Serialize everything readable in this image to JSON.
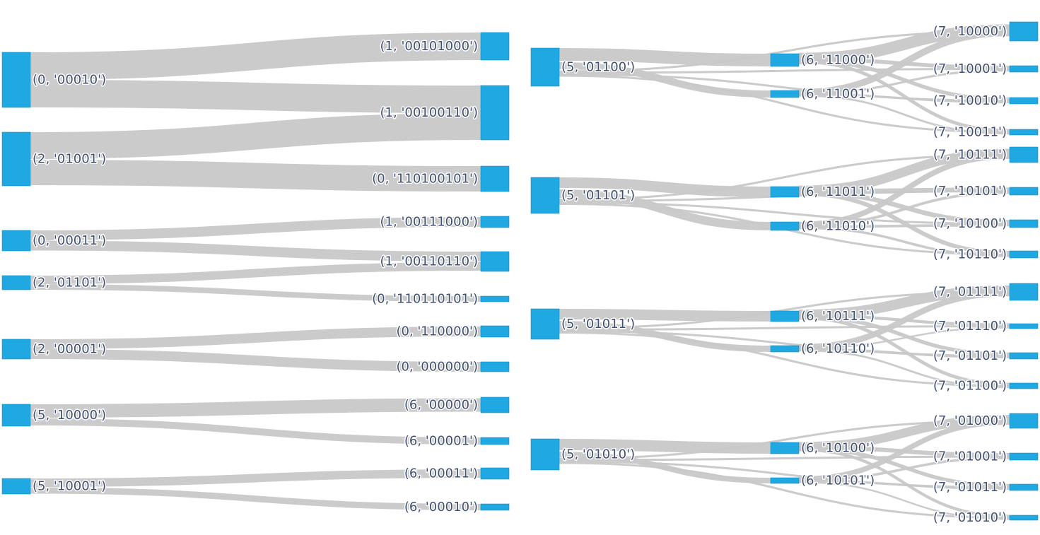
{
  "diagram": {
    "type": "sankey",
    "colors": {
      "node": "#1fa8e1",
      "link": "#c8c8c8",
      "label": "#3f5070"
    },
    "panels": [
      {
        "nodes": [
          {
            "id": "L0",
            "label": "(0, '00010')"
          },
          {
            "id": "L1",
            "label": "(2, '01001')"
          },
          {
            "id": "L2",
            "label": "(0, '00011')"
          },
          {
            "id": "L3",
            "label": "(2, '01101')"
          },
          {
            "id": "L4",
            "label": "(2, '00001')"
          },
          {
            "id": "L5",
            "label": "(5, '10000')"
          },
          {
            "id": "L6",
            "label": "(5, '10001')"
          },
          {
            "id": "R0",
            "label": "(1, '00101000')"
          },
          {
            "id": "R1",
            "label": "(1, '00100110')"
          },
          {
            "id": "R2",
            "label": "(0, '110100101')"
          },
          {
            "id": "R3",
            "label": "(1, '00111000')"
          },
          {
            "id": "R4",
            "label": "(1, '00110110')"
          },
          {
            "id": "R5",
            "label": "(0, '110110101')"
          },
          {
            "id": "R6",
            "label": "(0, '110000')"
          },
          {
            "id": "R7",
            "label": "(0, '000000')"
          },
          {
            "id": "R8",
            "label": "(6, '00000')"
          },
          {
            "id": "R9",
            "label": "(6, '00001')"
          },
          {
            "id": "R10",
            "label": "(6, '00011')"
          },
          {
            "id": "R11",
            "label": "(6, '00010')"
          }
        ],
        "links": [
          {
            "from": "L0",
            "to": "R0"
          },
          {
            "from": "L0",
            "to": "R1"
          },
          {
            "from": "L1",
            "to": "R1"
          },
          {
            "from": "L1",
            "to": "R2"
          },
          {
            "from": "L2",
            "to": "R3"
          },
          {
            "from": "L2",
            "to": "R4"
          },
          {
            "from": "L3",
            "to": "R4"
          },
          {
            "from": "L3",
            "to": "R5"
          },
          {
            "from": "L4",
            "to": "R6"
          },
          {
            "from": "L4",
            "to": "R7"
          },
          {
            "from": "L5",
            "to": "R8"
          },
          {
            "from": "L5",
            "to": "R9"
          },
          {
            "from": "L6",
            "to": "R10"
          },
          {
            "from": "L6",
            "to": "R11"
          }
        ]
      },
      {
        "groups": [
          {
            "source": "(5, '01100')",
            "mid": [
              "(6, '11000')",
              "(6, '11001')"
            ],
            "targets": [
              "(7, '10000')",
              "(7, '10001')",
              "(7, '10010')",
              "(7, '10011')"
            ]
          },
          {
            "source": "(5, '01101')",
            "mid": [
              "(6, '11011')",
              "(6, '11010')"
            ],
            "targets": [
              "(7, '10111')",
              "(7, '10101')",
              "(7, '10100')",
              "(7, '10110')"
            ]
          },
          {
            "source": "(5, '01011')",
            "mid": [
              "(6, '10111')",
              "(6, '10110')"
            ],
            "targets": [
              "(7, '01111')",
              "(7, '01110')",
              "(7, '01101')",
              "(7, '01100')"
            ]
          },
          {
            "source": "(5, '01010')",
            "mid": [
              "(6, '10100')",
              "(6, '10101')"
            ],
            "targets": [
              "(7, '01000')",
              "(7, '01001')",
              "(7, '01011')",
              "(7, '01010')"
            ]
          }
        ]
      }
    ]
  }
}
